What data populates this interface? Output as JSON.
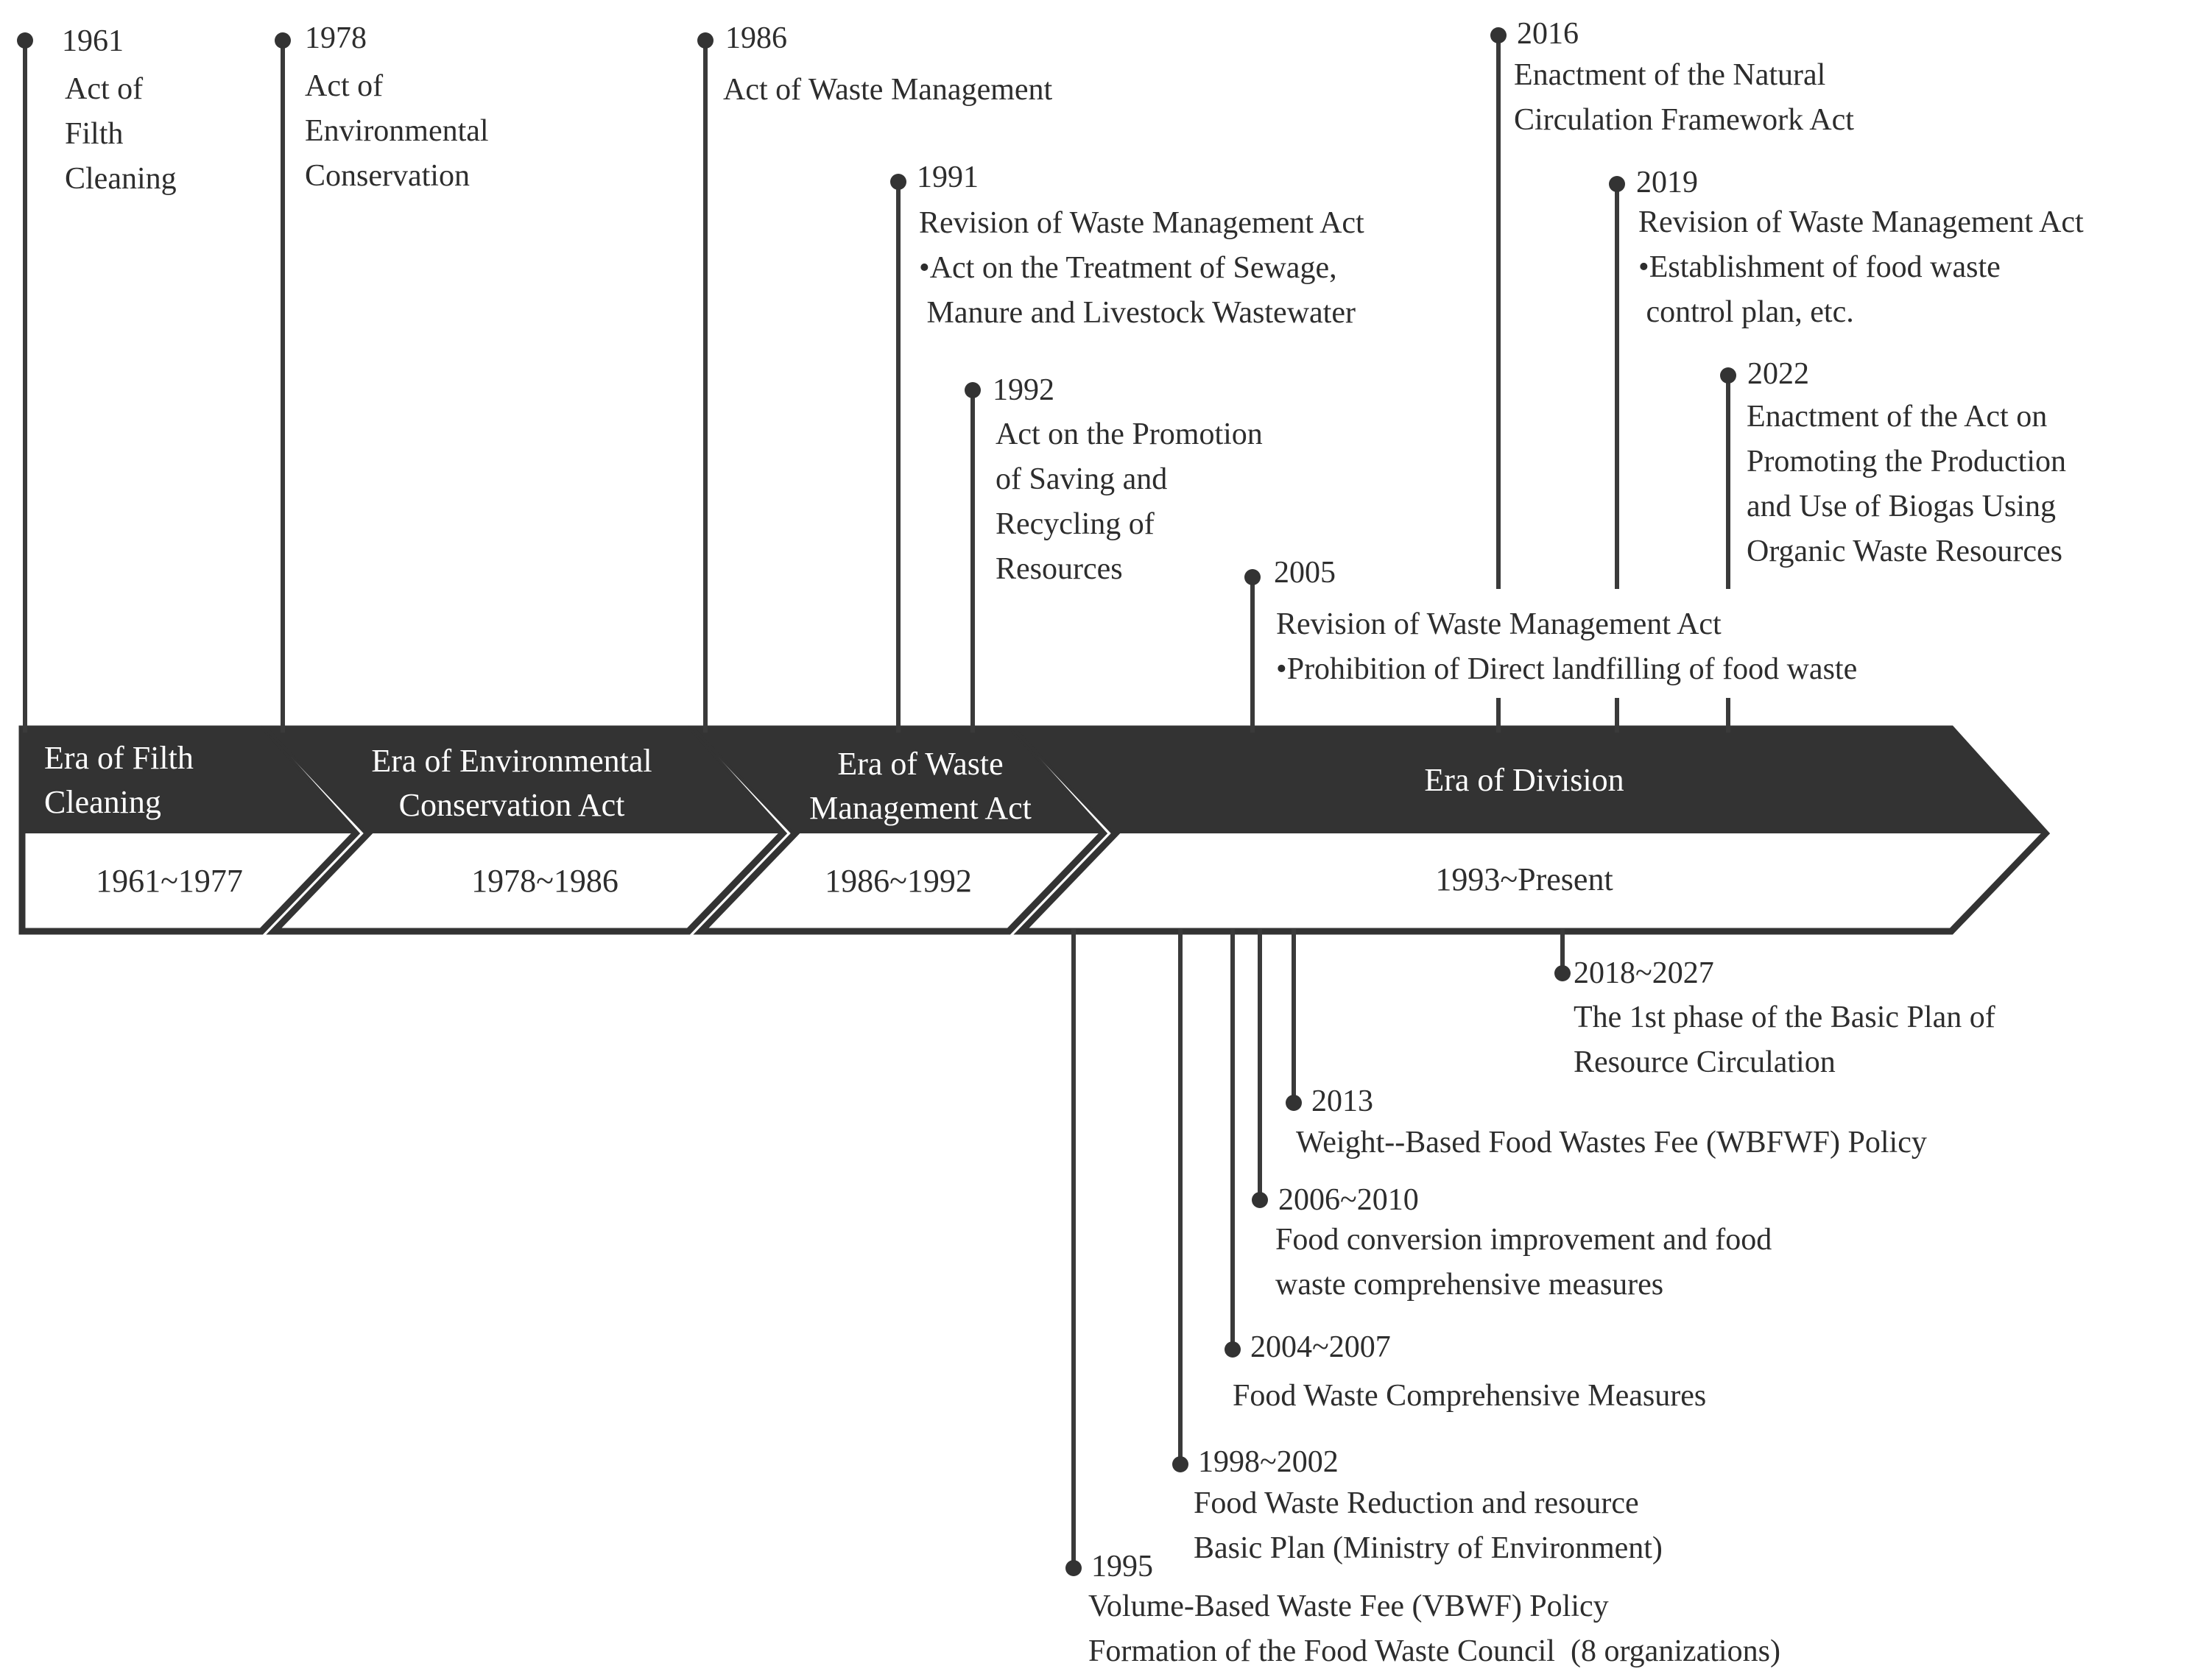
{
  "eras": [
    {
      "name": "Era of Filth\nCleaning",
      "range": "1961~1977"
    },
    {
      "name": "Era of Environmental\nConservation Act",
      "range": "1978~1986"
    },
    {
      "name": "Era of Waste\nManagement Act",
      "range": "1986~1992"
    },
    {
      "name": "Era of Division",
      "range": "1993~Present"
    }
  ],
  "events_above": [
    {
      "year": "1961",
      "text": "Act of\nFilth\nCleaning"
    },
    {
      "year": "1978",
      "text": "Act of\nEnvironmental\nConservation"
    },
    {
      "year": "1986",
      "text": "Act of Waste Management"
    },
    {
      "year": "1991",
      "text": "Revision of Waste Management Act\n•Act on the Treatment of Sewage,\n Manure and Livestock Wastewater"
    },
    {
      "year": "1992",
      "text": "Act on the Promotion\nof Saving and\nRecycling of\nResources"
    },
    {
      "year": "2005",
      "text": "Revision of Waste Management Act\n•Prohibition of Direct landfilling of food waste"
    },
    {
      "year": "2016",
      "text": "Enactment of the Natural\nCirculation Framework Act"
    },
    {
      "year": "2019",
      "text": "Revision of Waste Management Act\n•Establishment of food waste\n control plan, etc."
    },
    {
      "year": "2022",
      "text": "Enactment of the Act on\nPromoting the Production\nand Use of Biogas Using\nOrganic Waste Resources"
    }
  ],
  "events_below": [
    {
      "year": "2018~2027",
      "text": "The 1st phase of the Basic Plan of\nResource Circulation"
    },
    {
      "year": "2013",
      "text": "Weight--Based Food Wastes Fee (WBFWF) Policy"
    },
    {
      "year": "2006~2010",
      "text": "Food conversion improvement and food\nwaste comprehensive measures"
    },
    {
      "year": "2004~2007",
      "text": "Food Waste Comprehensive Measures"
    },
    {
      "year": "1998~2002",
      "text": "Food Waste Reduction and resource\nBasic Plan (Ministry of Environment)"
    },
    {
      "year": "1995",
      "text": "Volume-Based Waste Fee (VBWF) Policy\nFormation of the Food Waste Council  (8 organizations)"
    }
  ],
  "colors": {
    "dark": "#333333",
    "line": "#3a3a3a",
    "text": "#2d2d2d",
    "white": "#ffffff"
  }
}
